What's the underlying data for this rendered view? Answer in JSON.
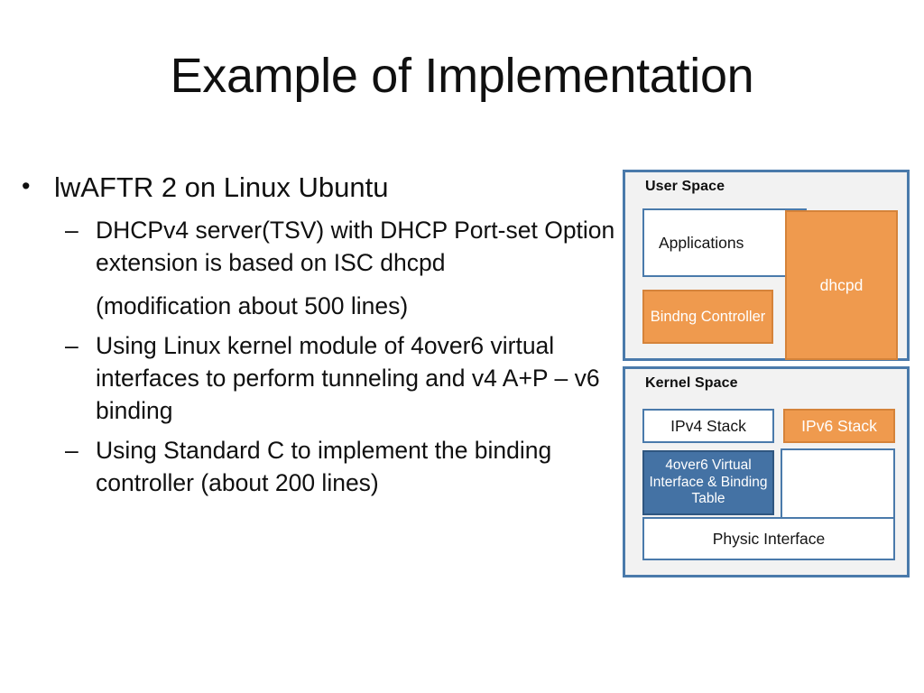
{
  "slide": {
    "title": "Example of Implementation"
  },
  "content": {
    "bullets": [
      {
        "level": 1,
        "marker": "•",
        "text": "lwAFTR 2 on Linux Ubuntu"
      },
      {
        "level": 2,
        "marker": "–",
        "text": "DHCPv4 server(TSV) with DHCP Port-set Option extension is based on ISC dhcpd"
      },
      {
        "level": 2,
        "marker": "",
        "text": "(modification about 500 lines)"
      },
      {
        "level": 2,
        "marker": "–",
        "text": "Using Linux kernel module of 4over6 virtual interfaces to perform tunneling and v4 A+P – v6 binding"
      },
      {
        "level": 2,
        "marker": "–",
        "text": "Using Standard C to implement the binding controller (about 200 lines)"
      }
    ]
  },
  "diagram": {
    "user_space": {
      "title": "User Space",
      "boxes": {
        "applications": "Applications",
        "dhcpd": "dhcpd",
        "binding_controller": "Bindng Controller"
      }
    },
    "kernel_space": {
      "title": "Kernel Space",
      "boxes": {
        "ipv4_stack": "IPv4 Stack",
        "ipv6_stack": "IPv6 Stack",
        "fourover6": "4over6 Virtual Interface & Binding Table",
        "empty": "",
        "physic_interface": "Physic Interface"
      }
    },
    "colors": {
      "orange_fill": "#ef9a4e",
      "orange_border": "#d5833a",
      "blue_fill": "#4472a4",
      "blue_border": "#2f5680",
      "container_border": "#4a7aab",
      "container_fill": "#f2f2f2",
      "white_fill": "#ffffff"
    }
  }
}
